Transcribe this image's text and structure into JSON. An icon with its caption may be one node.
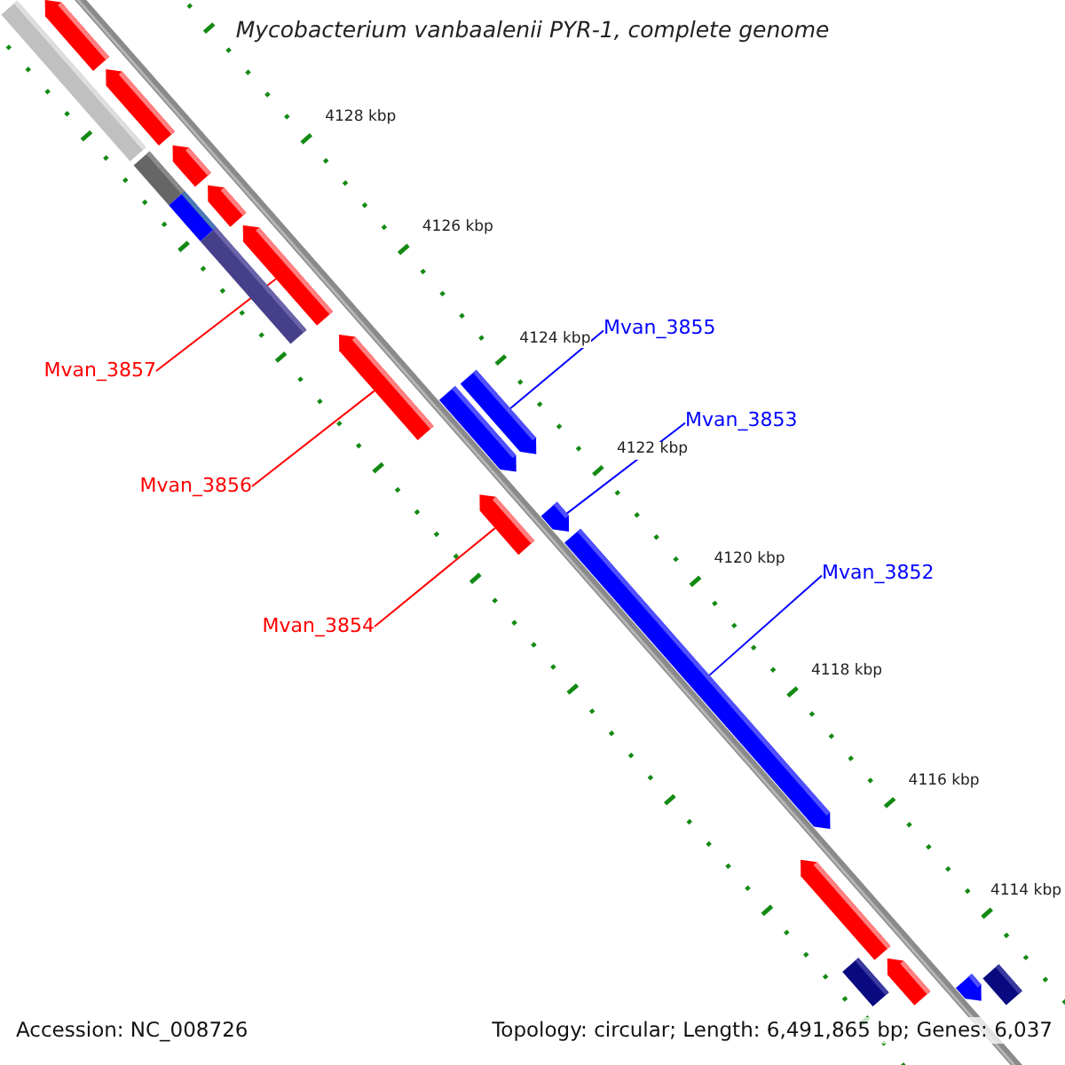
{
  "diagram": {
    "title": "Mycobacterium vanbaalenii PYR-1, complete genome",
    "nodes": [
      {
        "text": [
          "Mvan_3855"
        ]
      },
      {
        "text": [
          "Mvan_3857"
        ]
      },
      {
        "text": [
          "Mvan_3853"
        ]
      },
      {
        "text": [
          "Mvan_3856"
        ]
      },
      {
        "text": [
          "Mvan_3852"
        ]
      },
      {
        "text": [
          "Mvan_3854"
        ]
      },
      {
        "text": [],
        "shape": "bar"
      },
      {
        "text": [],
        "shape": "bar"
      },
      {
        "text": [],
        "shape": "bar"
      },
      {
        "text": [],
        "shape": "bar"
      },
      {
        "text": [],
        "shape": "bar"
      },
      {
        "text": [],
        "shape": "bar"
      },
      {
        "text": [],
        "shape": "bar"
      },
      {
        "text": [],
        "shape": "bar"
      },
      {
        "text": [],
        "shape": "bar"
      },
      {
        "text": [],
        "shape": "bar"
      },
      {
        "text": [],
        "shape": "bar"
      },
      {
        "text": [],
        "shape": "bar"
      },
      {
        "text": [],
        "shape": "bar"
      },
      {
        "text": [],
        "shape": "bar"
      },
      {
        "text": [],
        "shape": "bar"
      },
      {
        "text": [],
        "shape": "bar"
      },
      {
        "text": [],
        "shape": "bar"
      },
      {
        "text": [],
        "shape": "bar"
      },
      {
        "text": [],
        "shape": "bar"
      },
      {
        "text": [],
        "shape": "bar"
      }
    ],
    "edges": [
      {
        "from": 1,
        "to": 14,
        "arrow": "none",
        "color": "#ff0000"
      },
      {
        "from": 3,
        "to": 15,
        "arrow": "none",
        "color": "#ff0000"
      },
      {
        "from": 0,
        "to": 16,
        "arrow": "none",
        "color": "#0000ff"
      },
      {
        "from": 5,
        "to": 18,
        "arrow": "none",
        "color": "#ff0000"
      },
      {
        "from": 2,
        "to": 19,
        "arrow": "none",
        "color": "#0000ff"
      },
      {
        "from": 4,
        "to": 20,
        "arrow": "none",
        "color": "#0000ff"
      }
    ],
    "labels": [
      "4128 kbp",
      "4126 kbp",
      "4124 kbp",
      "4122 kbp",
      "4120 kbp",
      "4118 kbp",
      "4116 kbp",
      "4114 kbp",
      "Accession: NC_008726",
      "Topology: circular; Length: 6,491,865 bp; Genes: 6,037"
    ]
  }
}
